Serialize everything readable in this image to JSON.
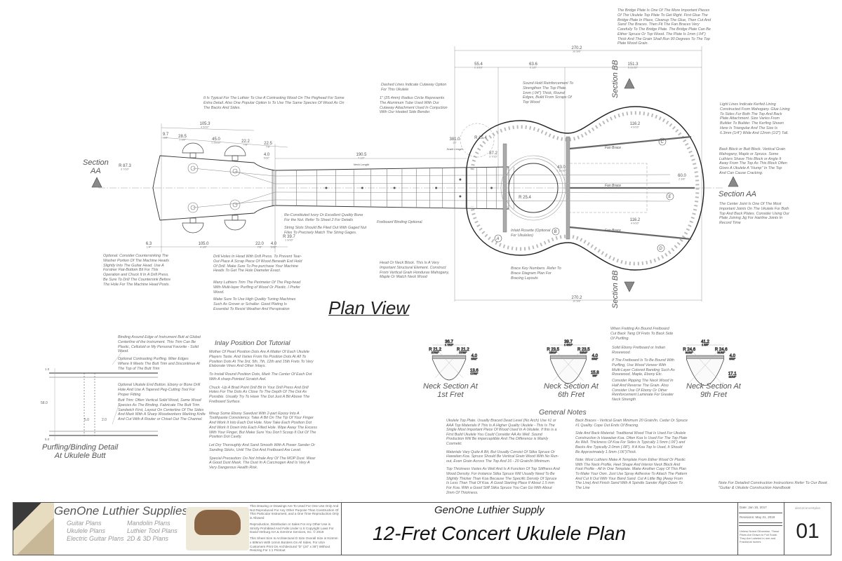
{
  "plan_view": {
    "title": "Plan View",
    "section_aa_left": "Section\nAA",
    "section_aa_right": "Section AA",
    "section_bb_top": "Section BB",
    "section_bb_bottom": "Section BB",
    "fan_brace_label": "Fan Brace",
    "brace_keys": [
      "A",
      "B",
      "C",
      "D",
      "E"
    ],
    "scale_length_caption": "Scale Length",
    "neck_length_caption": "Neck Length",
    "dimensions": [
      {
        "v": "105.3",
        "s": "4 5/32\""
      },
      {
        "v": "9.7",
        "s": "3/8\""
      },
      {
        "v": "28.5",
        "s": "1 1/8\""
      },
      {
        "v": "45.0",
        "s": "1 25/32\""
      },
      {
        "v": "22.2",
        "s": "7/8\""
      },
      {
        "v": "22.5",
        "s": "7/8\""
      },
      {
        "v": "4.0",
        "s": "5/32\""
      },
      {
        "v": "R 87.3",
        "s": "3 7/16\""
      },
      {
        "v": "6.3",
        "s": "1/4\""
      },
      {
        "v": "105.0",
        "s": "4 1/8\""
      },
      {
        "v": "22.0",
        "s": "7/8\""
      },
      {
        "v": "4.0",
        "s": "5/32\""
      },
      {
        "v": "R 39.7",
        "s": "1 9/16\""
      },
      {
        "v": "190.5",
        "s": "7 1/2\""
      },
      {
        "v": "381.0",
        "s": "15\""
      },
      {
        "v": "R 25.4",
        "s": ""
      },
      {
        "v": "87.2",
        "s": "3 7/16\""
      },
      {
        "v": "270.2",
        "s": "10 5/8\""
      },
      {
        "v": "55.4",
        "s": "2 3/16\""
      },
      {
        "v": "63.6",
        "s": "2 1/2\""
      },
      {
        "v": "151.3",
        "s": "5 31/32\""
      },
      {
        "v": "116.2",
        "s": "4 9/16\""
      },
      {
        "v": "116.2",
        "s": "4 9/16\""
      },
      {
        "v": "R 25.4",
        "s": ""
      },
      {
        "v": "270.2",
        "s": "10 5/8\""
      },
      {
        "v": "60.0",
        "s": "2 3/8\""
      },
      {
        "v": "43.0",
        "s": "1 11/16\""
      }
    ],
    "notes": [
      "It Is Typical For The Luthier To Use A Contrasting Wood On The Peghead For Some Extra Detail. Also One Popular Option Is To Use The Same Species Of Wood As On The Backs And Sides.",
      "Optional: Consider Countersinking The Washer Portion Of The Machine Heads Slightly Into The Guitar Head. Use A Forstner Flat-Bottom Bit For This Operation and Chuck It In A Drill Press. Be Sure To Drill The Countersink Before The Hole For The Machine Head Posts.",
      "Drill Holes In Head With Drill Press. To Prevent Tear-Out Place A Scrap Piece Of Wood Beneath Exit Hold Of Drill. Make Sure To Pre-purchase Your Machine Heads To Get The Hole Diameter Exact.",
      "Many Luthiers Trim The Perimeter Of The Peg-head With Multi-layer Purfling of Wood Or Plastic. I Prefer Wood.",
      "Make Sure To Use High Quality Tuning Machines Such As Grover or Schaller. Good Plating Is Essential To Resist Weather And Perspiration",
      "Re-Constituted Ivory Or Excellent Quality Bone For the Nut. Refer To Sheet 2 For Details",
      "String Slots Should Be Filed Out With Gaged Nut Files To Precisely Match The String Gages.",
      "Fretboard Binding Optional.",
      "Head Or Neck Block. This Is A Very Important Structural Element. Construct From Vertical Grain Honduras Mahogany, Maple Or Match Neck Wood",
      "Dashed Lines Indicate Cutaway Option For This Ukulele",
      "1\" (25.4mm) Radius Circle Represents The Aluminum Tube Used With Our Cutaway Attachment Used In Conjuction With Our Heated Side Bender.",
      "Sound Hold Reinforcement To Strengthen The Top Plate. 1mm (.04\") Thick, Round Edges, Build From Scraps Of Top Wood",
      "Inlaid Rosette (Optional For Ukuleles)",
      "Brace Key Numbers. Refer To Brace Diagram Plan For Bracing Layouts",
      "The Bridge Plate Is One Of The More Important Pieces Of The Ukulele Top Plate To Get Right. First Glue The Bridge Plate In Place, Cleanup The Glue, Then Cut And Sand The Braces. Then Fit The Fan Braces Very Carefully To The Bridge Plate. The Bridge Plate Can Be Either Spruce Or Top Wood. The Plate Is 1mm (.04\") Thick And The Grain Shall Run 90 Degrees To The Top Plate Wood Grain.",
      "Light Lines Indicate Kerfed Lining Constructed From Mahogany. Glue Lining To Sides For Both The Top And Back Plate Attachment. Size Varies From Builder To Builder. The Kerfing Shown Here Is Triangular And The Size Is 6.3mm (1/4\") Wide And 12mm (1/2\") Tall.",
      "Back Block or Butt Block. Vertical Grain Mahogany, Maple or Spruce. Some Luthiers Shave This Block or Angle It Away From The Top As This Block Often Gives A Ukulele A \"Hump\" In The Top And Can Cause Cracking.",
      "The Center Joint Is One Of The Most Important Joints On The Ukulele For Both Top And Back Plates. Consider Using Our Plate Joining Jig For Hairline Joints In Record Time"
    ]
  },
  "purfling_detail": {
    "title_line1": "Purfling/Binding Detail",
    "title_line2": "At Ukulele Butt",
    "dimensions": [
      "1.0",
      "58.0",
      "5.0",
      "2.0",
      "5.0"
    ],
    "notes": [
      "Binding Around Edge of Instrument Butt at Global Centerline of the Instrument. This Trim Can Be Plastic, Celluloid or My Personal Favorite - Solid Wood.",
      "Optional Contrasting Purfling. Miter Edges Where It Meets The Butt Trim and Discontinue At The Top of The Butt Trim",
      "Optional Ukulele End Button. Ebony or Bone Drill Hole And Use A Tapered Peg-Cutting Tool For Proper Fitting",
      "Butt Trim: Often Vertical Solid Wood, Same Wood Species As The Binding. Fabricate The Butt Trim Sandwich First, Layout On Centerline Of The Sides And Mark With A Sharp Woodworkers Marking Knife And Cut With A Router or Chisel Out The Channel."
    ]
  },
  "inlay_tutorial": {
    "title": "Inlay Position Dot Tutorial",
    "paragraphs": [
      "Mother Of Pearl Position Dots Are A Matter Of Each Ukulele Players Taste. And Varies From No Position Dots At All To Position Dots At The 3rd, 5th, 7th, 12th and 15th Frets To Very Elaborate Vines And Other Inlays.",
      "To Install Round Position Dots, Mark The Center Of Each Dot With A sharp-Pointed Scratch Awl.",
      "Chuck -Up A Brad Point Drill Bit In Your Drill Press And Drill Holes For The Dots As Close To The Depth Of The Dot As Possible. Usually Try To Have The Dot Just A Bit Above The Fretboard Surface.",
      "Mixup Some Ebony Sawdust With 2-part Epoxy Into A Toothpaste Consistency. Take A Bit On The Tip Of Your Finger And Work It Into Each Dot Hole. Now Take Each Position Dot And Work It Down Into Each Filled Hole. Wipe Away The Excess With Your Finger, But Make Sure You Don't Scoop It Out Of The Position Dot Cavity.",
      "Let Dry Thoroughly And Sand Smooth With A Power Sander Or Sanding Sticks, Until The Dot And Fretboard Are Level.",
      "Special Precaution: Do Not Inhale Any Of The MOP Dust. Wear A Good Dust Mask. The Dust In A Carcinogen And Is Very A Very Dangerous Health Risk."
    ]
  },
  "neck_sections": [
    {
      "line1": "Neck Section At",
      "line2": "1st Fret",
      "width": "36.7",
      "width_in": "1 7/16\"",
      "radius": "R 21.2",
      "radius_in": "27/32\"",
      "top": "4.0",
      "top_in": "5/32\"",
      "depth": "13.6",
      "depth_in": "17/32\""
    },
    {
      "line1": "Neck Section At",
      "line2": "6th Fret",
      "width": "39.7",
      "width_in": "1 9/16\"",
      "radius": "R 23.5",
      "radius_in": "15/16\"",
      "top": "4.0",
      "top_in": "5/32\"",
      "depth": "15.8",
      "depth_in": "5/8\""
    },
    {
      "line1": "Neck Section At",
      "line2": "9th Fret",
      "width": "41.2",
      "width_in": "1 5/8\"",
      "radius": "R 24.6",
      "radius_in": "31/32\"",
      "top": "4.0",
      "top_in": "5/32\"",
      "depth": "17.1",
      "depth_in": "11/16\""
    }
  ],
  "neck_section_notes": [
    "When Fretting An Bound Fretboard Cut Back Tang Of Frets To Back Side Of Purfling.",
    "Solid Ebony Fretboard or Indian Rosewood.",
    "If The Fretboard Is To Be Bound With Purfling, Use Wood Veneer With Multi-Layer Colored Banding Such As Rosewood, Maple, Ebony Etc.",
    "Consider Ripping The Neck Wood In Half And Reverse The Grain. Also Consider Use Of Ebony Or Other Reinforcement Laminate For Greater Neck Strength"
  ],
  "general_notes": {
    "title": "General Notes",
    "left": [
      "Ukulele Top Plate. Usually Braced Dead Level (No Arch) Use #1 or AAA Top Materials If This Is A Higher Quality Ukulele - This Is The Single Most Important Piece Of Wood Used In A Ukulele. If this is a First Build Ukulele You Could Consider AA As Well. Sound Production Will Be imperceptible And The Difference is Mainly Cosmetic",
      "Materials Vary Quite A Bit, But Usually Consist Of Sitka Spruce Or Hawaiian Koa. Spruce Should Be Vertical Grain Wood With No Run-out, Even Grain Across The Top And 16 - 20 Grain/In Minimum.",
      "Top Thickness Varies As Well And Is A Function Of Top Stiffness And Wood Density. For Instance Sitka Spruce Will Usually Need To Be Slightly Thicker Than Koa Because The Specific Density Of Spruce Is Less Than That Of Koa. A Good Starting Place If About 1.5 mm For Koa. With a Good Stiff Sitka Spruce You Can Go With About 2mm Of Thickness."
    ],
    "right": [
      "Back Braces - Vertical Grain Minimum 20 Grain/In. Cedar Or Spruce #1 Quality. Cope Out Ends Of Bracing.",
      "Side And Back Material: Traditional Wood That Is Used For Ukulele Construction Is Hawaiian Koa. Often Koa Is Used For The Top Plate As Well. Thickness Of Koa For Sides Is Typically 1.5mm (.06\") and Backs Are Typically 2.0mm (.08\"). If A Koa Top Is Used, It Should Be Approximately 1.5mm (.06\")Thick.",
      "Note: Most Luthiers Make A Template From Either Wood Or Plastic With The Neck Profile, Heel Shape And Interior Neck Block And Foot Profile - All In One Template. Make Another Copy Of This Plan To Make Your Own. Just Use Spray Adhesive To Attach The Pattern And Cut It Out With Your Band Sand. Cut A Little Big (Away From The Line) And Finish Sand With A Spindle Sander Right Down To The Line"
    ]
  },
  "footnote": "Note For Detailed Construction Instructions Refer To Our Book \"Guitar & Ukulele Construction Handbook",
  "title_block": {
    "brand": "GenOne Luthier Supplies",
    "links_col1": [
      "Guitar Plans",
      "Ukulele Plans",
      "Electric Guitar Plans"
    ],
    "links_col2": [
      "Mandolin Plans",
      "Luthier Tool Plans",
      "2D & 3D Plans"
    ],
    "disclaimer": [
      "This Drawing or Drawings Are To Used For One Use Only And Not Reproduced For Any Other Purpose Than Construction Of This Particular Instrument, and a One Time Reproduction Only is Allowed",
      "Reproduction, Distribution or Sales For Any Other Use is Strictly Prohibited And Falls Under U.S Copyright Laws For David Verburg AIA & GenOne Services, Inc. © 2019",
      "This Sheet Size Is Architectural D Size Overall Size is 914mm x 609mm With 14mm Borders On All Sides. For USA Customers Print On Architectural \"D\" (24\" x 36\") Without Resizing For 1:1 Printout"
    ],
    "company": "GenOne Luthier Supply",
    "title": "12-Fret Concert Ukulele Plan",
    "date": "Date: Jan 15, 2017",
    "revisions": "Revisions: May 31, 2019",
    "scale_note": "Unless Noted Otherwise, These Plans Are Drawn to Full Scale. They Are Labeled in mm and Fractional Inches",
    "file_name": "uke12concertplan",
    "sheet_number": "01"
  },
  "colors": {
    "line": "#333333",
    "light_line": "#aaaaaa",
    "fretboard": "#bbbbbb",
    "text": "#666666"
  }
}
